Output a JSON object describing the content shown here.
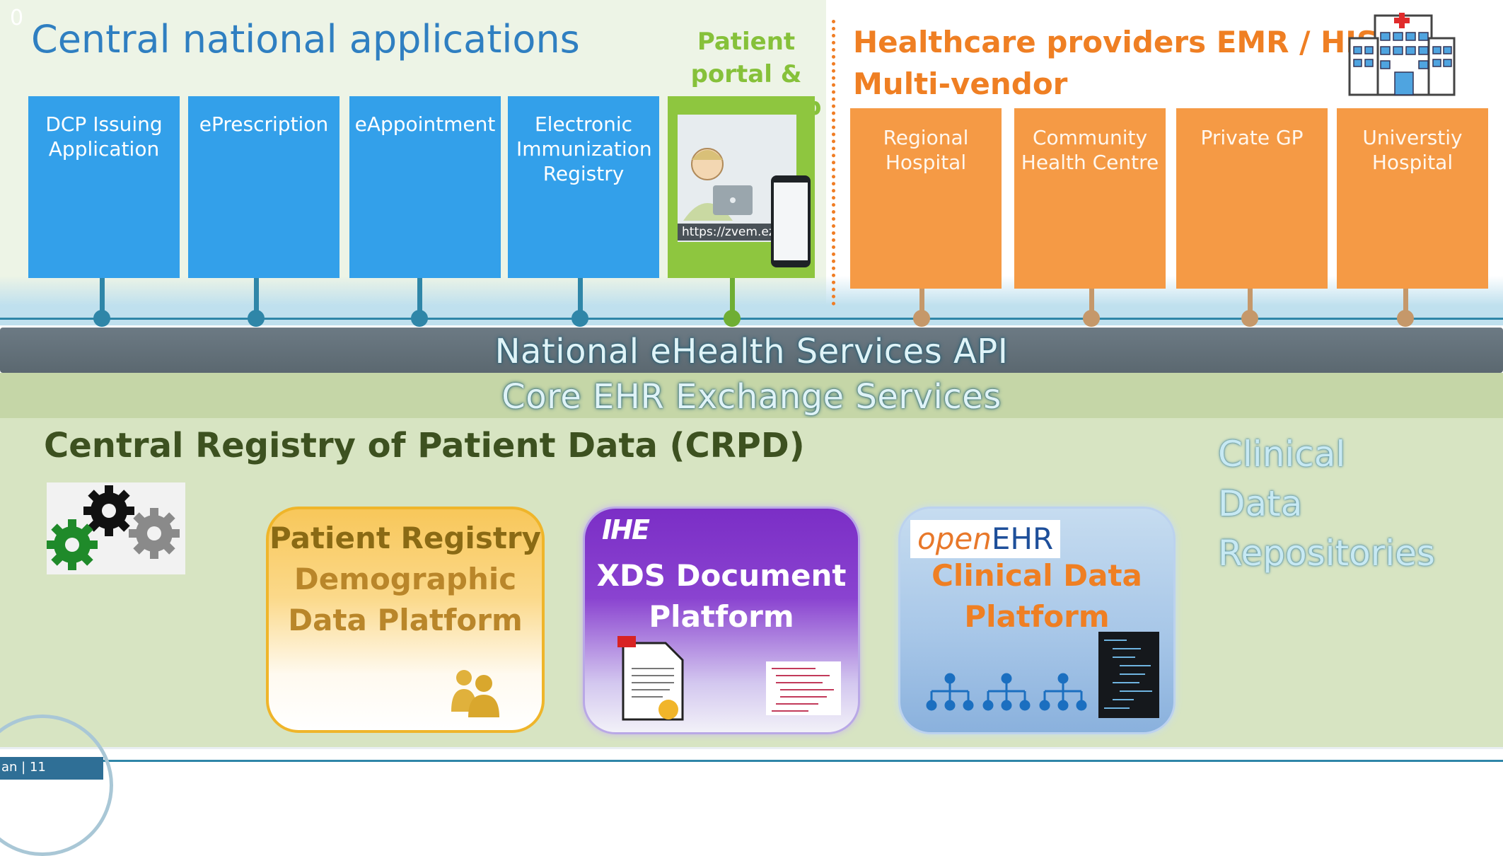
{
  "slide_number_fragment": "an | 11",
  "corner_mark": "0",
  "central": {
    "title": "Central national applications",
    "apps": [
      {
        "label": "DCP Issuing Application"
      },
      {
        "label": "ePrescription"
      },
      {
        "label": "eAppointment"
      },
      {
        "label": "Electronic Immunization Registry"
      }
    ]
  },
  "portal": {
    "title": "Patient portal & mobile app",
    "url": "https://zvem.ezd"
  },
  "providers": {
    "title_line1": "Healthcare providers EMR / HIS",
    "title_line2": "Multi-vendor",
    "items": [
      {
        "label": "Regional Hospital"
      },
      {
        "label": "Community Health Centre"
      },
      {
        "label": "Private GP"
      },
      {
        "label": "Universtiy Hospital"
      }
    ]
  },
  "bands": {
    "api": "National eHealth Services API",
    "core": "Core EHR Exchange Services"
  },
  "crpd": {
    "title": "Central Registry of Patient Data (CRPD)",
    "cdr_line1": "Clinical",
    "cdr_line2": "Data",
    "cdr_line3": "Repositories",
    "platforms": {
      "patient": {
        "line1": "Patient Registry",
        "line2": "Demographic",
        "line3": "Data Platform"
      },
      "xds": {
        "logo": "IHE",
        "line1": "XDS Document",
        "line2": "Platform"
      },
      "openehr": {
        "logo_a": "open",
        "logo_b": "EHR",
        "line1": "Clinical Data",
        "line2": "Platform"
      }
    }
  },
  "colors": {
    "central_blue": "#33a0ea",
    "provider_orange": "#f59a45",
    "portal_green": "#8ec63f",
    "connector_blue": "#2f86a8"
  }
}
